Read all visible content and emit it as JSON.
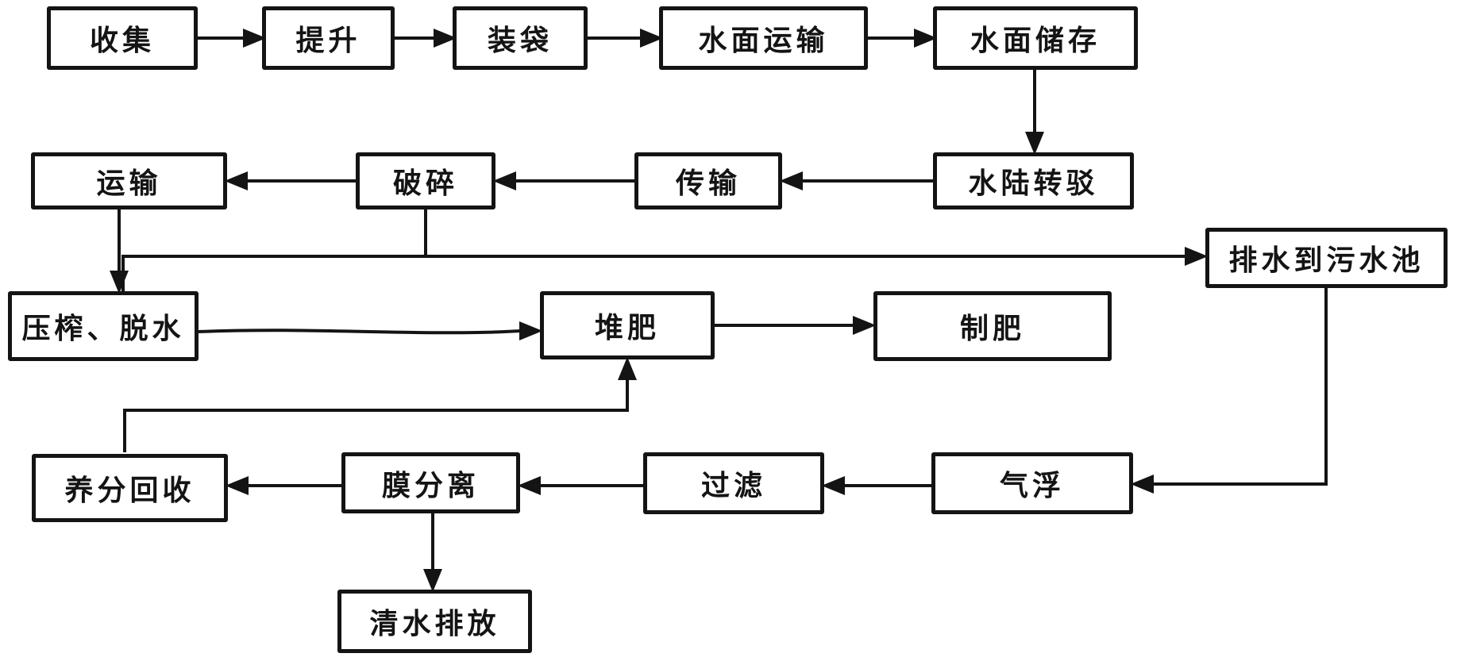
{
  "diagram": {
    "type": "flowchart",
    "background_color": "#ffffff",
    "line_color": "#141414",
    "nodes": {
      "shouji": "收集",
      "tisheng": "提升",
      "zhuangdai": "装袋",
      "shuimian_yunshu": "水面运输",
      "shuimian_chucun": "水面储存",
      "yunshu": "运输",
      "posui": "破碎",
      "chuanshu": "传输",
      "shuilu_zhuanbo": "水陆转驳",
      "paishui_wushuichi": "排水到污水池",
      "yazha_tuoshui": "压榨、脱水",
      "duifei": "堆肥",
      "zhifei": "制肥",
      "yangfen_huishou": "养分回收",
      "mofenli": "膜分离",
      "guolv": "过滤",
      "qifu": "气浮",
      "qingshui_paifang": "清水排放"
    },
    "edges": [
      {
        "from": "收集",
        "to": "提升"
      },
      {
        "from": "提升",
        "to": "装袋"
      },
      {
        "from": "装袋",
        "to": "水面运输"
      },
      {
        "from": "水面运输",
        "to": "水面储存"
      },
      {
        "from": "水面储存",
        "to": "水陆转驳"
      },
      {
        "from": "水陆转驳",
        "to": "传输"
      },
      {
        "from": "传输",
        "to": "破碎"
      },
      {
        "from": "破碎",
        "to": "运输"
      },
      {
        "from": "运输",
        "to": "压榨、脱水"
      },
      {
        "from": "破碎",
        "to": "压榨、脱水"
      },
      {
        "from": "破碎",
        "to": "排水到污水池"
      },
      {
        "from": "压榨、脱水",
        "to": "堆肥"
      },
      {
        "from": "堆肥",
        "to": "制肥"
      },
      {
        "from": "排水到污水池",
        "to": "气浮"
      },
      {
        "from": "气浮",
        "to": "过滤"
      },
      {
        "from": "过滤",
        "to": "膜分离"
      },
      {
        "from": "膜分离",
        "to": "养分回收"
      },
      {
        "from": "养分回收",
        "to": "堆肥"
      },
      {
        "from": "膜分离",
        "to": "清水排放"
      }
    ]
  }
}
